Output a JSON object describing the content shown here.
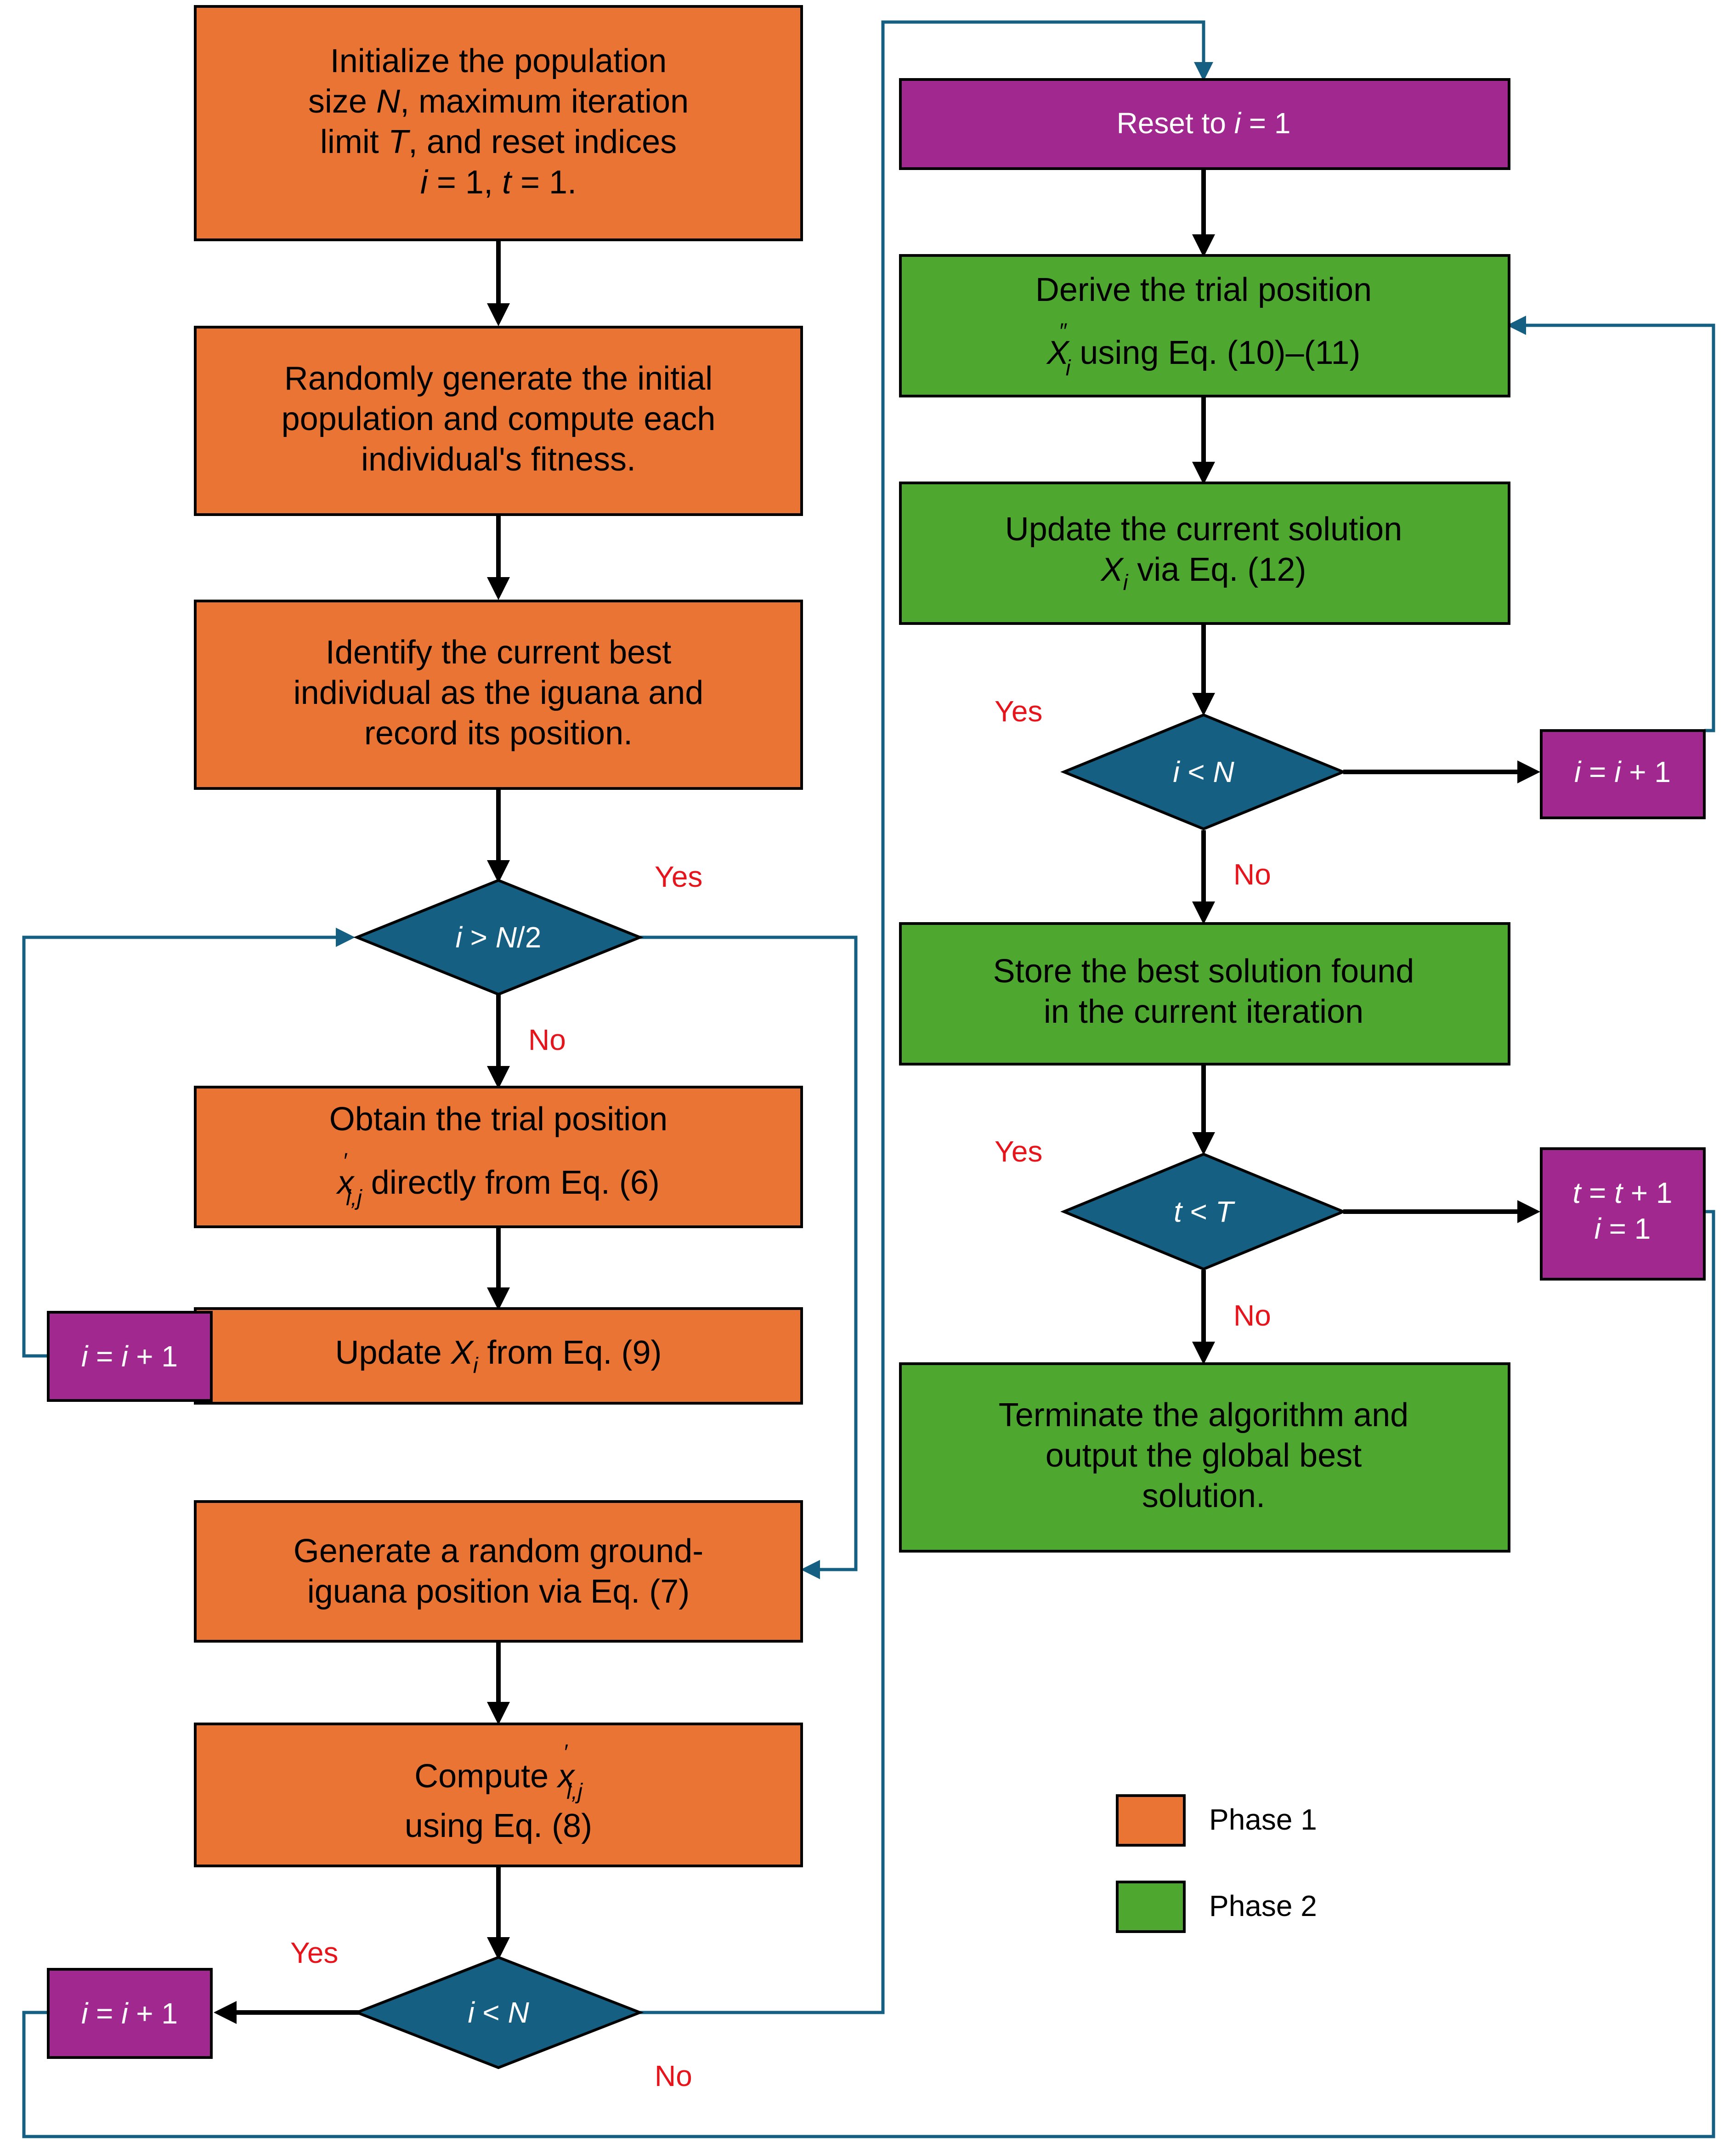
{
  "colors": {
    "phase1": "#e97433",
    "phase2": "#4ea72e",
    "decision": "#155f82",
    "counter": "#a0288f",
    "loop_line": "#156082",
    "arrow": "#000000",
    "label": "#e8141b"
  },
  "nodes": {
    "init": {
      "line1": "Initialize the population",
      "line2": "size",
      "line2_var": "N",
      "line2_rest": ", maximum iteration",
      "line3": "limit",
      "line3_var": "T",
      "line3_rest": ", and reset indices",
      "line4_i": "i",
      "line4_eq1": " = 1, ",
      "line4_t": "t",
      "line4_eq2": " = 1."
    },
    "random_init": {
      "line1": "Randomly generate the initial",
      "line2": "population and compute each",
      "line3": "individual's fitness."
    },
    "identify_best": {
      "line1": "Identify the current best",
      "line2": "individual as the iguana and",
      "line3": "record its position."
    },
    "decision_half": {
      "var": "i",
      "op": " > ",
      "var2": "N",
      "rest": "/2"
    },
    "obtain_trial": {
      "line1": "Obtain the trial position",
      "var": "x",
      "prime": "′",
      "sub": "i,j",
      "line2_rest": " directly from Eq. (6)"
    },
    "update_xi": {
      "prefix": "Update ",
      "var": "X",
      "sub": "i",
      "rest": " from Eq. (9)"
    },
    "counter_left_1": {
      "var": "i",
      "eq": " = ",
      "var2": "i",
      "rest": " + 1"
    },
    "ground_iguana": {
      "line1": "Generate a random ground-",
      "line2": "iguana position via Eq. (7)"
    },
    "compute_x": {
      "prefix": "Compute ",
      "var": "x",
      "prime": "′",
      "sub": "i,j",
      "line2": "using Eq. (8)"
    },
    "decision_n_left": {
      "var": "i",
      "op": " < ",
      "var2": "N"
    },
    "counter_left_2": {
      "var": "i",
      "eq": " = ",
      "var2": "i",
      "rest": " + 1"
    },
    "reset": {
      "prefix": "Reset to ",
      "var": "i",
      "rest": " = 1"
    },
    "derive_trial": {
      "line1": "Derive the trial position",
      "var": "X",
      "prime": "″",
      "sub": "i",
      "line2_rest": " using Eq. (10)–(11)"
    },
    "update_current": {
      "line1": "Update the current solution",
      "var": "X",
      "sub": "i",
      "line2_rest": " via Eq. (12)"
    },
    "decision_n_right": {
      "var": "i",
      "op": " < ",
      "var2": "N"
    },
    "counter_right_1": {
      "var": "i",
      "eq": " = ",
      "var2": "i",
      "rest": " + 1"
    },
    "store_best": {
      "line1": "Store the best solution found",
      "line2": "in the current iteration"
    },
    "decision_t": {
      "var": "t",
      "op": " < ",
      "var2": "T"
    },
    "counter_right_2": {
      "var": "t",
      "eq": " = ",
      "var2": "t",
      "rest": " + 1",
      "line2_var": "i",
      "line2_rest": " = 1"
    },
    "terminate": {
      "line1": "Terminate the algorithm and",
      "line2": "output the global best",
      "line3": "solution."
    }
  },
  "labels": {
    "yes_half": "Yes",
    "no_half": "No",
    "yes_left_n": "Yes",
    "no_left_n": "No",
    "yes_right_n": "Yes",
    "no_right_n": "No",
    "yes_t": "Yes",
    "no_t": "No"
  },
  "legend": {
    "phase1": "Phase 1",
    "phase2": "Phase 2"
  }
}
